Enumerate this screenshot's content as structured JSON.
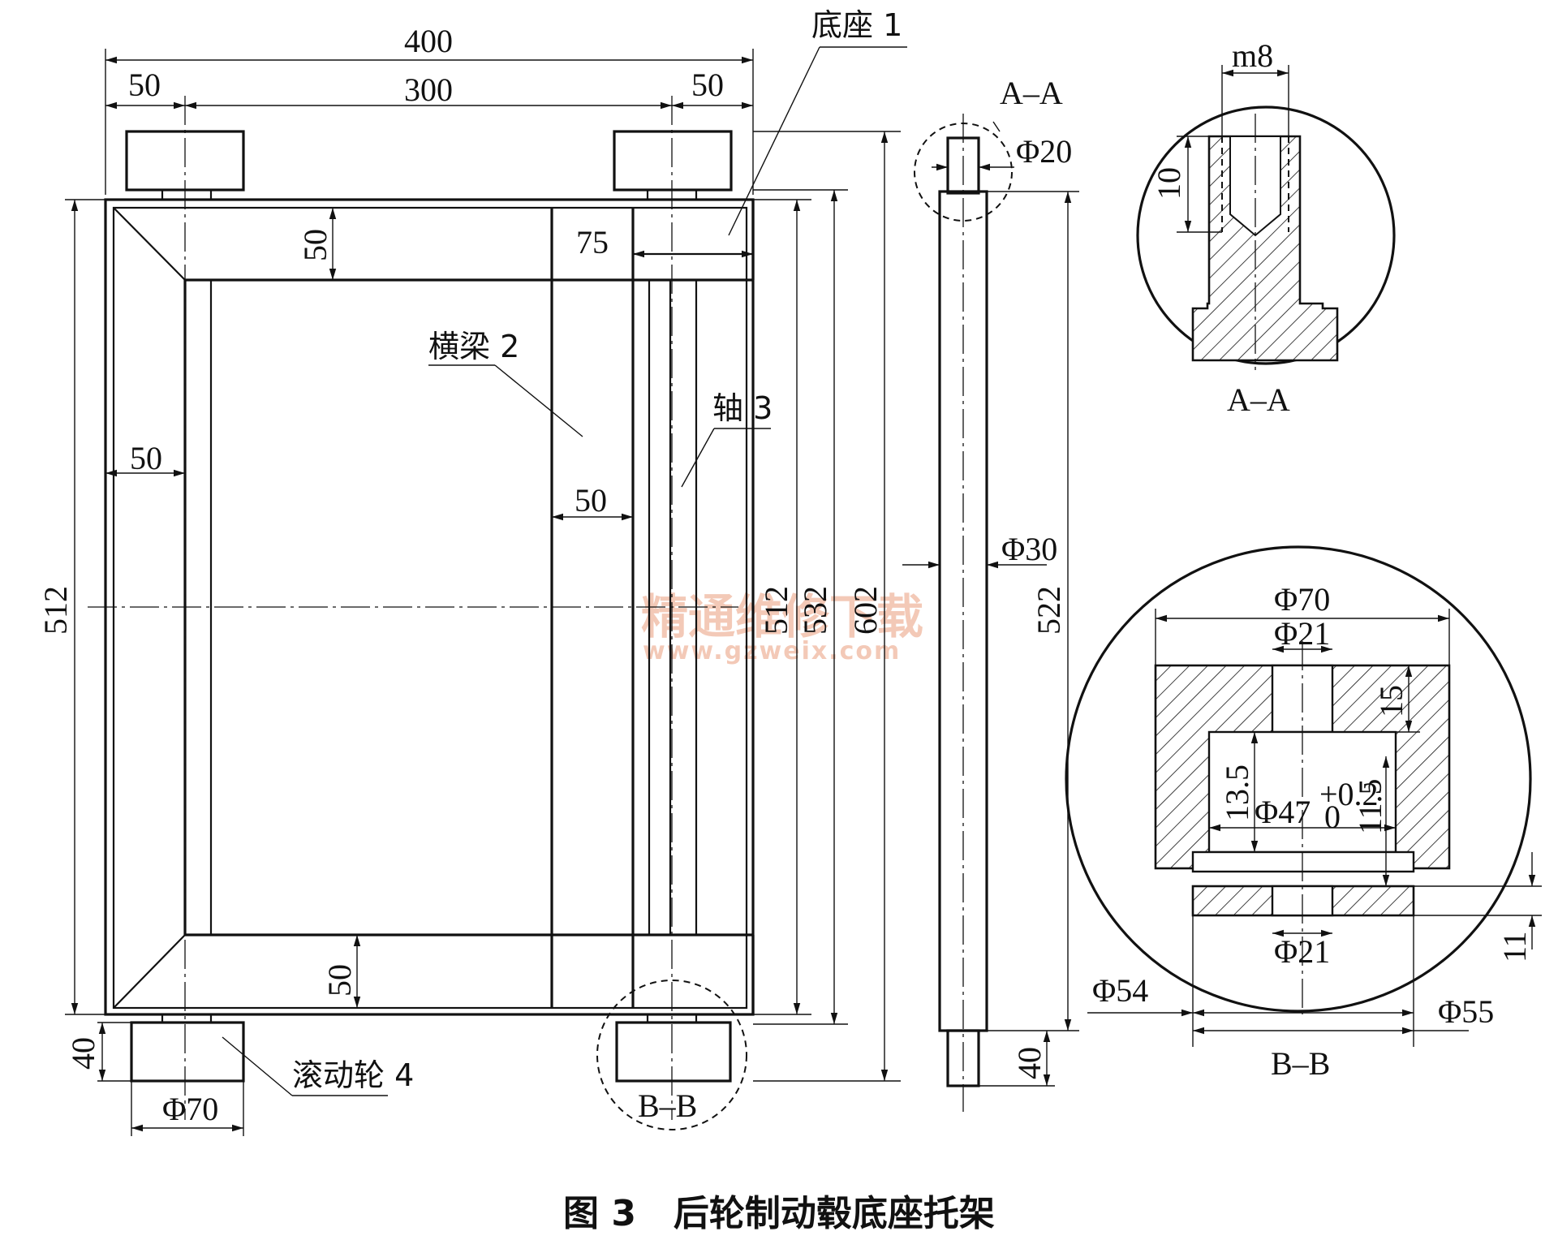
{
  "labels": {
    "part1": "底座 1",
    "part2": "横梁 2",
    "part3": "轴 3",
    "part4": "滚动轮 4",
    "section_aa_top": "A–A",
    "section_aa_bottom": "A–A",
    "detail_bb_circle": "B–B",
    "section_bb_bottom": "B–B"
  },
  "dimensions": {
    "overall_width": "400",
    "left_offset": "50",
    "center_span": "300",
    "right_offset": "50",
    "top_depth": "50",
    "base_width": "75",
    "left_depth": "50",
    "beam_width": "50",
    "bottom_depth": "50",
    "height_512": "512",
    "height_512_inner": "512",
    "height_532": "532",
    "height_602": "602",
    "wheel_height": "40",
    "wheel_dia": "Φ70",
    "shaft_end_dia": "Φ20",
    "shaft_dia": "Φ30",
    "shaft_length": "522",
    "shaft_end_len": "40",
    "thread": "m8",
    "thread_depth": "10",
    "bb_outer_dia": "Φ70",
    "bb_top_hole": "Φ21",
    "bb_top_depth": "15",
    "bb_cavity_depth": "13.5",
    "bb_cavity_dia": "Φ47",
    "bb_tol_upper": "+0.2",
    "bb_tol_lower": "0",
    "bb_inner_depth": "11.5",
    "bb_washer": "11",
    "bb_bottom_hole": "Φ21",
    "bb_dia_54": "Φ54",
    "bb_dia_55": "Φ55"
  },
  "watermark": {
    "line1": "精通维修下载",
    "line2": "www.gzweix.com"
  },
  "caption": "图 3   后轮制动毂底座托架"
}
